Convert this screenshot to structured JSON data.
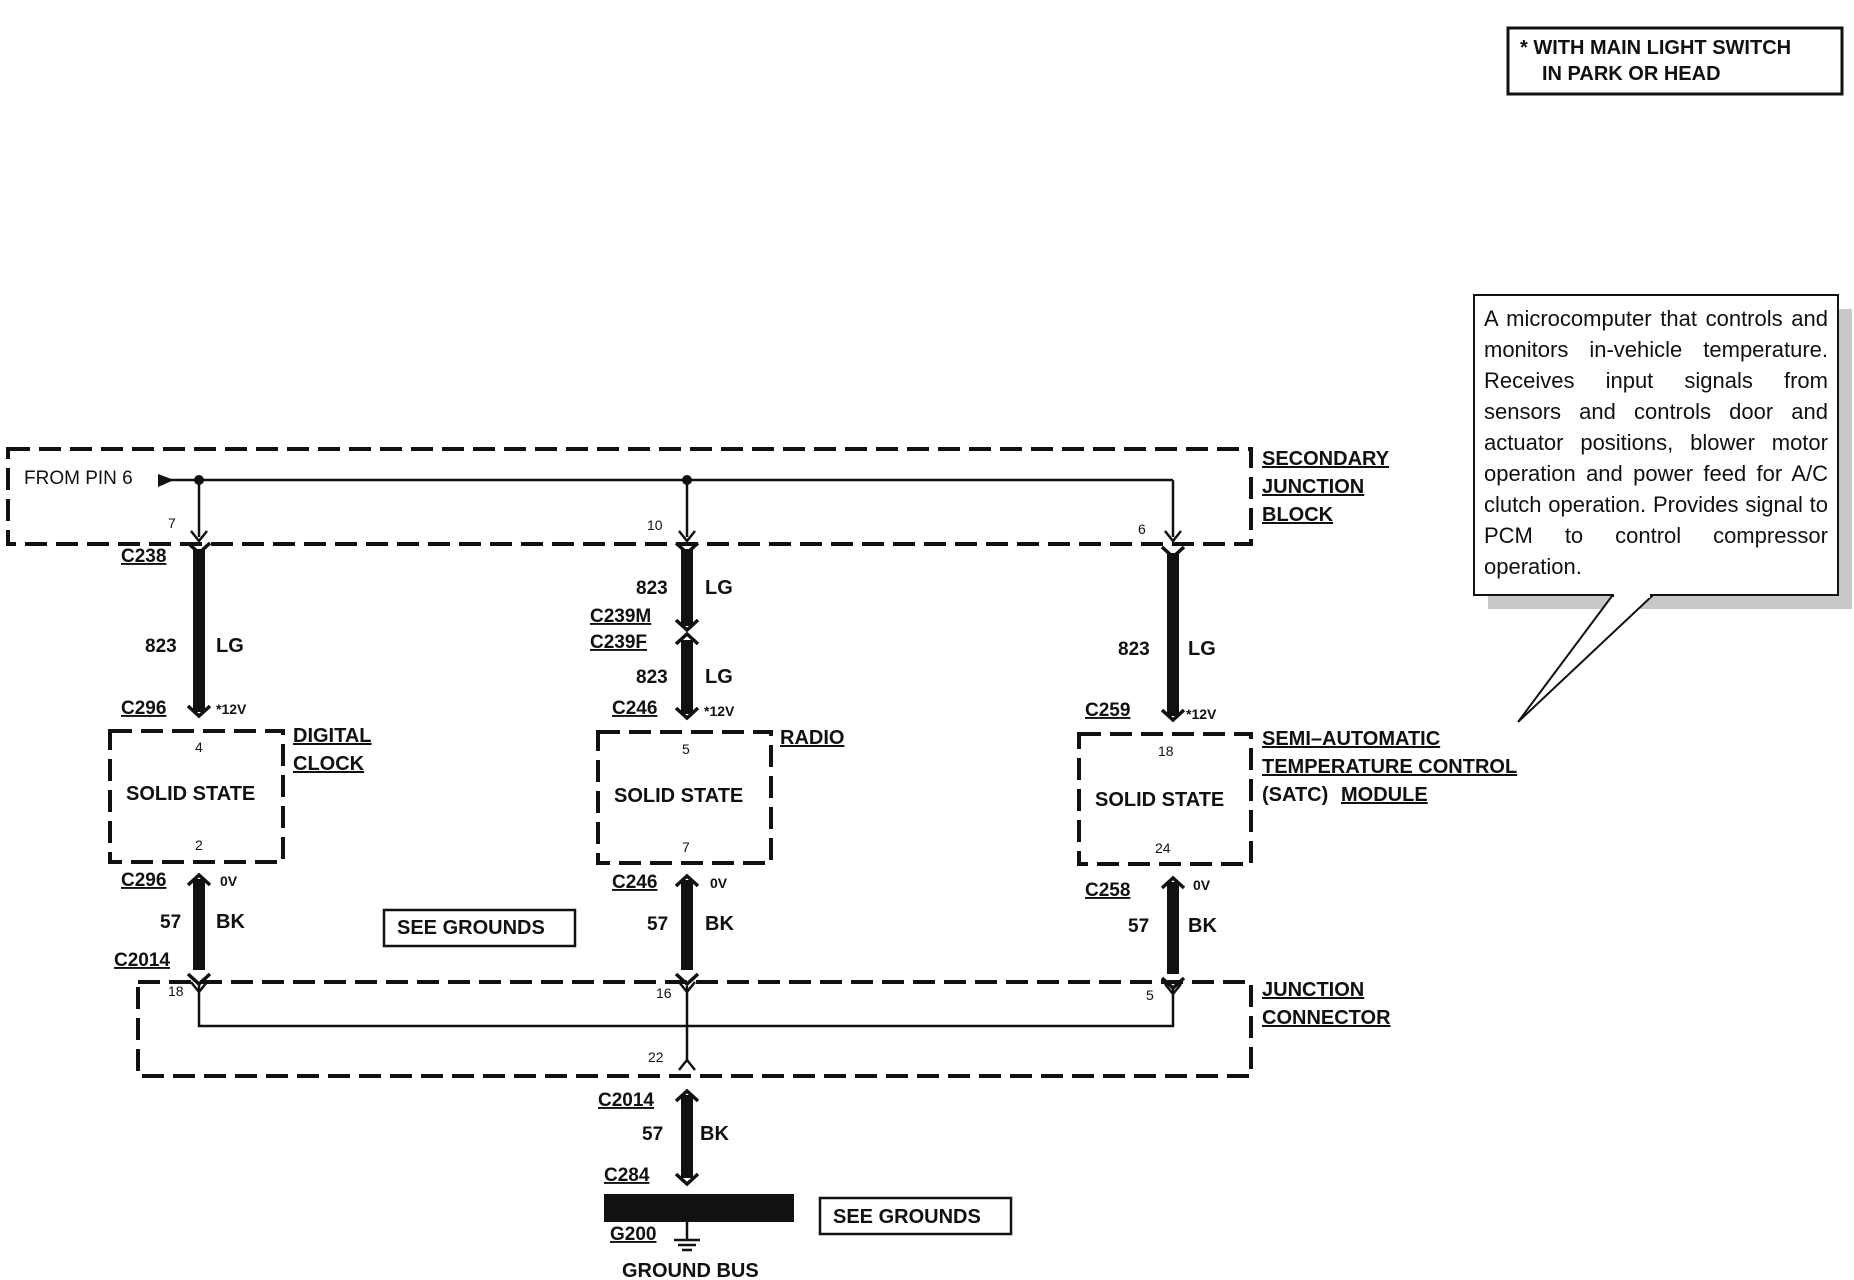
{
  "note": {
    "line1": "* WITH MAIN LIGHT SWITCH",
    "line2": "IN PARK OR HEAD"
  },
  "callout": {
    "text": "A microcomputer that controls and monitors in-vehicle temperature. Receives input signals from sensors and controls door and actuator positions, blower motor operation and power feed for A/C clutch operation. Provides signal to PCM to control compressor operation."
  },
  "secondary_junction_block": {
    "label_lines": [
      "SECONDARY",
      "JUNCTION",
      "BLOCK"
    ],
    "from_pin": "FROM PIN 6",
    "pins": [
      "7",
      "10",
      "6"
    ]
  },
  "circuits": {
    "clock": {
      "top_connector": "C238",
      "wire": {
        "number": "823",
        "color": "LG"
      },
      "module_connector_top": "C296",
      "voltage_top": "*12V",
      "module": {
        "name_lines": [
          "DIGITAL",
          "CLOCK"
        ],
        "pin_top": "4",
        "body": "SOLID STATE",
        "pin_bottom": "2"
      },
      "module_connector_bottom": "C296",
      "voltage_bottom": "0V",
      "ground_wire": {
        "number": "57",
        "color": "BK"
      },
      "junction_connector": "C2014",
      "junction_pin": "18"
    },
    "radio": {
      "wire_upper": {
        "number": "823",
        "color": "LG"
      },
      "inline_male": "C239M",
      "inline_female": "C239F",
      "wire_lower": {
        "number": "823",
        "color": "LG"
      },
      "module_connector_top": "C246",
      "voltage_top": "*12V",
      "module": {
        "name": "RADIO",
        "pin_top": "5",
        "body": "SOLID STATE",
        "pin_bottom": "7"
      },
      "module_connector_bottom": "C246",
      "voltage_bottom": "0V",
      "ground_wire": {
        "number": "57",
        "color": "BK"
      },
      "junction_pin": "16"
    },
    "satc": {
      "wire": {
        "number": "823",
        "color": "LG"
      },
      "module_connector_top": "C259",
      "voltage_top": "*12V",
      "module": {
        "name_lines": [
          "SEMI–AUTOMATIC",
          "TEMPERATURE CONTROL",
          "(SATC)",
          "MODULE"
        ],
        "pin_top": "18",
        "body": "SOLID STATE",
        "pin_bottom": "24"
      },
      "module_connector_bottom": "C258",
      "voltage_bottom": "0V",
      "ground_wire": {
        "number": "57",
        "color": "BK"
      },
      "junction_pin": "5"
    }
  },
  "see_grounds": "SEE GROUNDS",
  "junction_connector": {
    "label_lines": [
      "JUNCTION",
      "CONNECTOR"
    ],
    "pin_out": "22"
  },
  "ground_path": {
    "connector_top": "C2014",
    "wire": {
      "number": "57",
      "color": "BK"
    },
    "connector_bottom": "C284",
    "ground": "G200",
    "bus_label": "GROUND BUS",
    "see_grounds": "SEE GROUNDS"
  }
}
